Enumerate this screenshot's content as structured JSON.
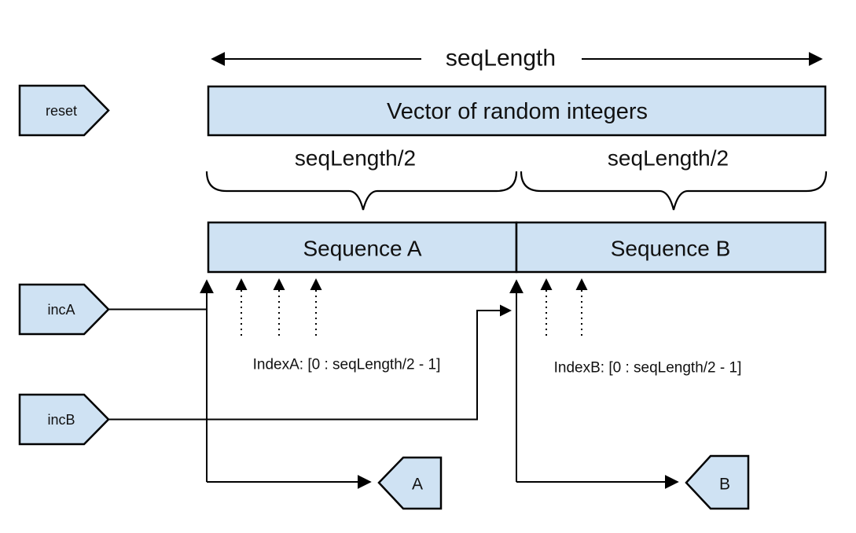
{
  "colors": {
    "shape_fill": "#cfe2f3",
    "shape_stroke": "#000000",
    "line": "#000000",
    "background": "#ffffff",
    "text": "#111111"
  },
  "labels": {
    "seq_length": "seqLength",
    "vector_box": "Vector of random integers",
    "seq_half_left": "seqLength/2",
    "seq_half_right": "seqLength/2",
    "sequence_a": "Sequence A",
    "sequence_b": "Sequence B",
    "reset": "reset",
    "inc_a": "incA",
    "inc_b": "incB",
    "index_a": "IndexA: [0 : seqLength/2 - 1]",
    "index_b": "IndexB: [0 : seqLength/2 - 1]",
    "out_a": "A",
    "out_b": "B"
  }
}
